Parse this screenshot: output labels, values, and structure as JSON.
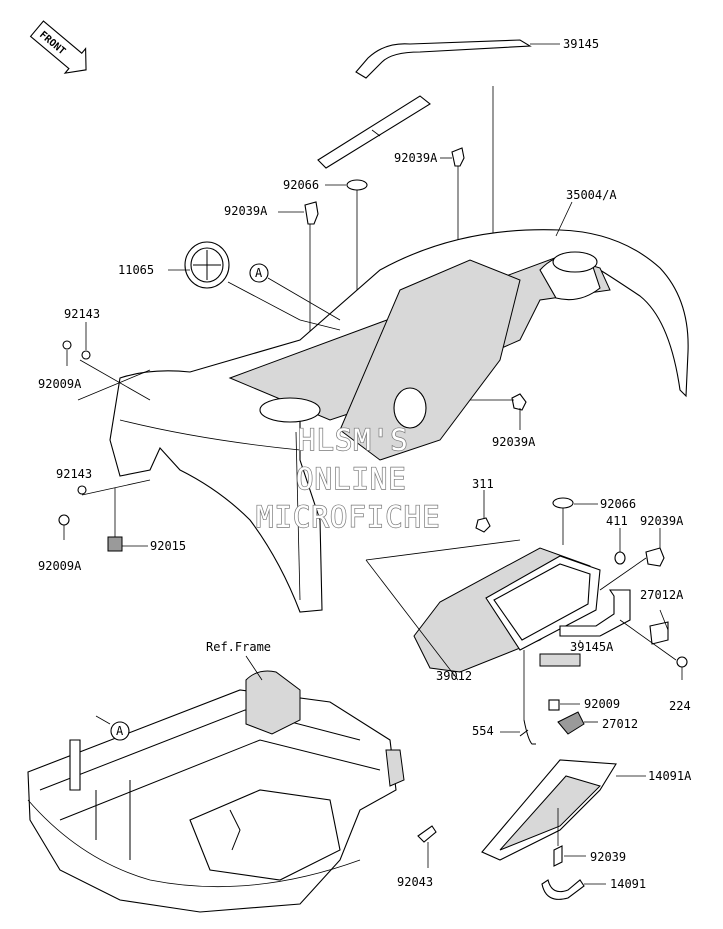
{
  "watermark": {
    "line1": "HLSM'S",
    "line2": "ONLINE",
    "line3": "MICROFICHE"
  },
  "front_badge": "FRONT",
  "ref_label": "Ref.Frame",
  "callout_letter": "A",
  "part_labels": {
    "p39145": "39145",
    "p92039a_top": "92039A",
    "p92066_top": "92066",
    "p35004a": "35004/A",
    "p92039a_mid": "92039A",
    "p11065": "11065",
    "p92143_top": "92143",
    "p92009a_top": "92009A",
    "p92039a_right": "92039A",
    "p92143_bot": "92143",
    "p92009a_bot": "92009A",
    "p92015": "92015",
    "p311": "311",
    "p92066_box": "92066",
    "p411": "411",
    "p92039a_box": "92039A",
    "p27012a": "27012A",
    "p39145a": "39145A",
    "p224": "224",
    "p39012": "39012",
    "p92009": "92009",
    "p27012": "27012",
    "p554": "554",
    "p14091a": "14091A",
    "p92039": "92039",
    "p92043": "92043",
    "p14091": "14091"
  }
}
